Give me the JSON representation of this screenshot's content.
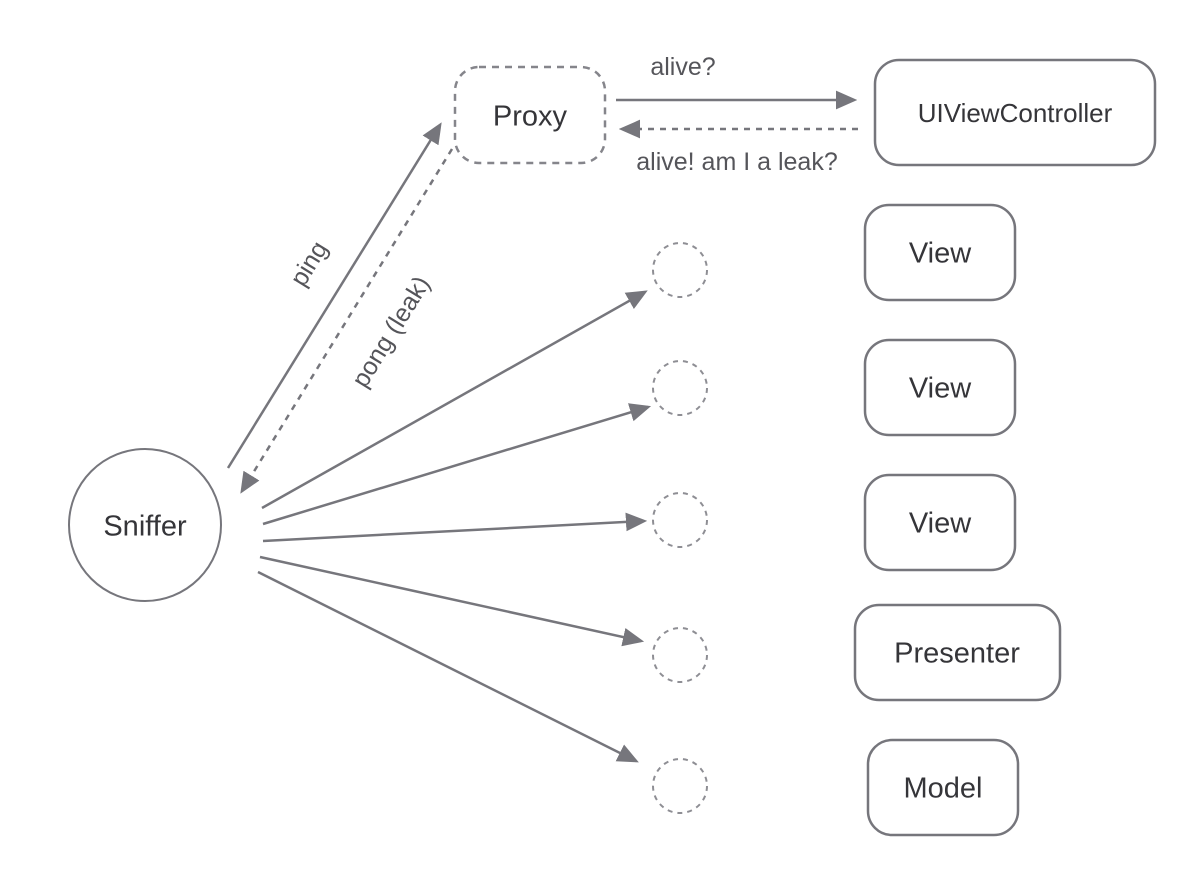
{
  "diagram": {
    "title": "memory-leak-sniffer-diagram",
    "colors": {
      "stroke": "#76767c",
      "node_text": "#353539",
      "edge_text": "#55555a",
      "background": "#ffffff"
    },
    "nodes": {
      "sniffer": {
        "label": "Sniffer",
        "shape": "circle"
      },
      "proxy": {
        "label": "Proxy",
        "shape": "dashed-rounded-rect"
      },
      "uiviewcontroller": {
        "label": "UIViewController",
        "shape": "rounded-rect"
      },
      "view1": {
        "label": "View",
        "shape": "rounded-rect"
      },
      "view2": {
        "label": "View",
        "shape": "rounded-rect"
      },
      "view3": {
        "label": "View",
        "shape": "rounded-rect"
      },
      "presenter": {
        "label": "Presenter",
        "shape": "rounded-rect"
      },
      "model": {
        "label": "Model",
        "shape": "rounded-rect"
      },
      "ghost_circles_count": "5"
    },
    "edges": {
      "ping": {
        "label": "ping",
        "style": "solid",
        "from": "sniffer",
        "to": "proxy"
      },
      "pong": {
        "label": "pong (leak)",
        "style": "dashed",
        "from": "proxy",
        "to": "sniffer"
      },
      "alive": {
        "label": "alive?",
        "style": "solid",
        "from": "proxy",
        "to": "uiviewcontroller"
      },
      "alive_reply": {
        "label": "alive! am I a leak?",
        "style": "dashed",
        "from": "uiviewcontroller",
        "to": "proxy"
      }
    }
  }
}
